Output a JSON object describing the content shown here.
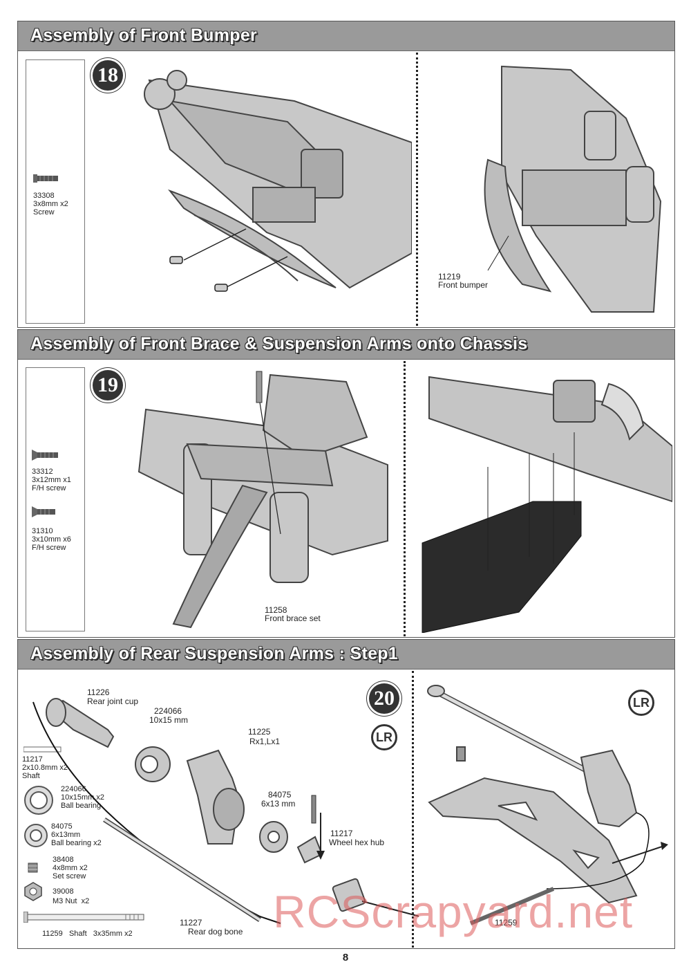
{
  "sections": [
    {
      "title": "Assembly of Front Bumper",
      "step": "18",
      "parts": [
        {
          "num": "33308",
          "desc": "3x8mm x2\nScrew"
        }
      ],
      "callouts": [
        {
          "num": "11219",
          "desc": "Front bumper"
        }
      ]
    },
    {
      "title": "Assembly of Front Brace & Suspension Arms  onto Chassis",
      "step": "19",
      "parts": [
        {
          "num": "33312",
          "desc": "3x12mm x1\nF/H screw"
        },
        {
          "num": "31310",
          "desc": "3x10mm x6\nF/H screw"
        }
      ],
      "callouts": [
        {
          "num": "11258",
          "desc": "Front brace set"
        }
      ]
    },
    {
      "title": "Assembly of Rear Suspension Arms : Step1",
      "step": "20",
      "lr_mark": "LR",
      "parts": [
        {
          "num": "11217",
          "desc": "2x10.8mm x2\nShaft"
        },
        {
          "num": "224066",
          "desc": "10x15mm x2\nBall bearing"
        },
        {
          "num": "84075",
          "desc": "6x13mm\nBall bearing x2"
        },
        {
          "num": "38408",
          "desc": "4x8mm x2\nSet screw"
        },
        {
          "num": "39008",
          "desc": "M3 Nut  x2"
        },
        {
          "num": "11259",
          "desc": "Shaft   3x35mm x2"
        }
      ],
      "callouts": [
        {
          "num": "11226",
          "desc": "Rear joint cup"
        },
        {
          "num": "224066",
          "desc": "10x15 mm"
        },
        {
          "num": "11225",
          "desc": "Rx1,Lx1"
        },
        {
          "num": "84075",
          "desc": "6x13 mm"
        },
        {
          "num": "11217",
          "desc": "Wheel hex hub"
        },
        {
          "num": "11227",
          "desc": "Rear dog bone"
        },
        {
          "num": "11259",
          "desc": ""
        }
      ]
    }
  ],
  "watermark": "RCScrapyard.net",
  "page_number": "8"
}
